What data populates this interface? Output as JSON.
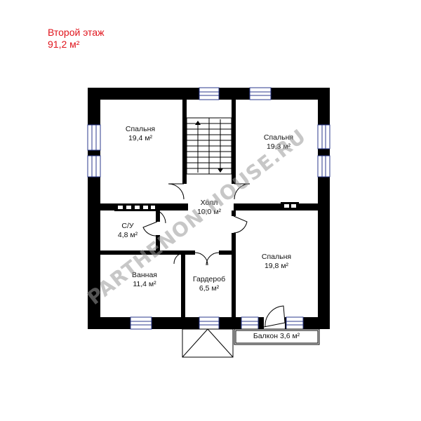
{
  "header": {
    "floor_title": "Второй этаж",
    "floor_area": "91,2 м²"
  },
  "rooms": {
    "bedroom1": {
      "name": "Спальня",
      "area": "19,4 м²"
    },
    "bedroom2": {
      "name": "Спальня",
      "area": "19,3 м²"
    },
    "hall": {
      "name": "Холл",
      "area": "10,0 м²"
    },
    "wc": {
      "name": "С/У",
      "area": "4,8 м²"
    },
    "bathroom": {
      "name": "Ванная",
      "area": "11,4 м²"
    },
    "wardrobe": {
      "name": "Гардероб",
      "area": "6,5 м²"
    },
    "bedroom3": {
      "name": "Спальня",
      "area": "19,8 м²"
    },
    "balcony": {
      "name": "Балкон 3,6 м²"
    }
  },
  "watermark": {
    "text": "PARTHENON-HOUSE.RU"
  },
  "colors": {
    "wall": "#000000",
    "title": "#e0141c",
    "window": "#2b3a8c"
  }
}
